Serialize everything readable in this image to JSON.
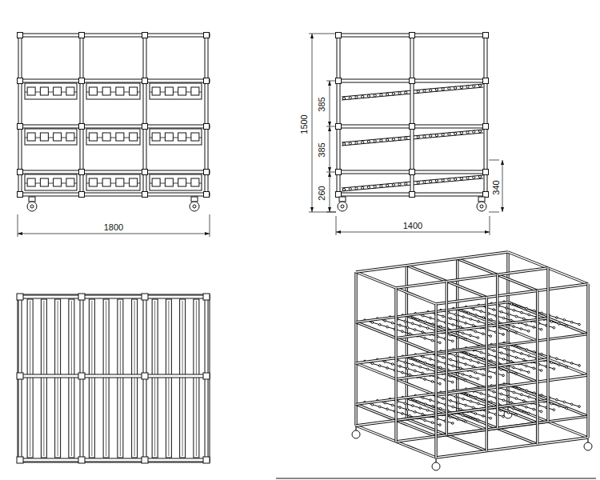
{
  "diagram": {
    "labels": [
      "1800",
      "1500",
      "385",
      "385",
      "260",
      "340",
      "1400"
    ]
  }
}
